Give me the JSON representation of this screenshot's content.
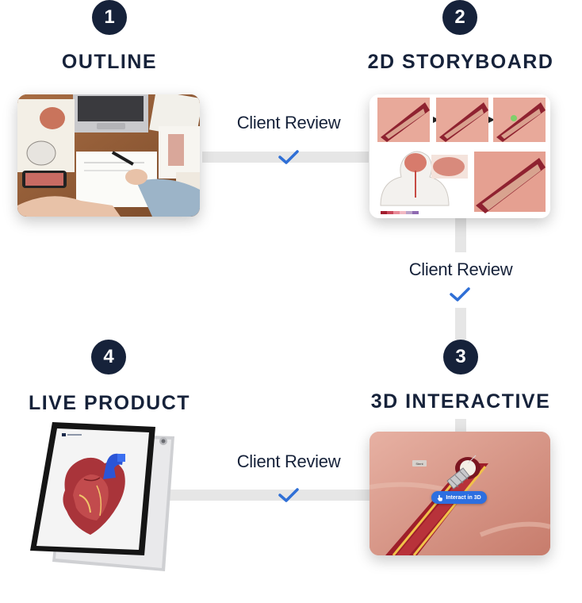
{
  "steps": [
    {
      "number": "1",
      "title": "OUTLINE"
    },
    {
      "number": "2",
      "title": "2D STORYBOARD"
    },
    {
      "number": "3",
      "title": "3D INTERACTIVE"
    },
    {
      "number": "4",
      "title": "LIVE PRODUCT"
    }
  ],
  "reviews": [
    {
      "label": "Client Review"
    },
    {
      "label": "Client Review"
    },
    {
      "label": "Client Review"
    }
  ],
  "interactive_card": {
    "button_label": "Interact in 3D",
    "tag_label": "Stent"
  },
  "colors": {
    "navy": "#16223a",
    "check_blue": "#2f6fd6",
    "connector_gray": "#e6e6e6",
    "interact_button": "#2d6fe0"
  },
  "icons": [
    "check-icon",
    "hand-pointer-icon"
  ]
}
